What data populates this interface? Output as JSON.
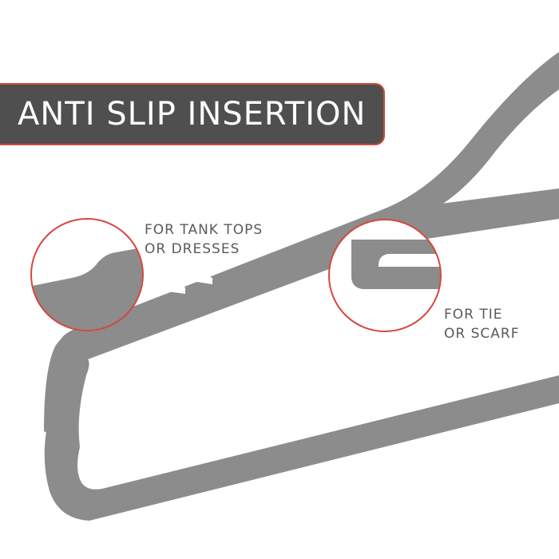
{
  "banner": {
    "title": "ANTI SLIP INSERTION"
  },
  "callouts": {
    "tank_tops": {
      "line1": "FOR TANK TOPS",
      "line2": "OR DRESSES"
    },
    "tie_scarf": {
      "line1": "FOR TIE",
      "line2": "OR SCARF"
    }
  },
  "colors": {
    "hanger": "#8c8c8c",
    "banner_bg": "#4f4f4f",
    "accent": "#d4493e",
    "text_dark": "#5a5a5a",
    "background": "#ffffff"
  }
}
